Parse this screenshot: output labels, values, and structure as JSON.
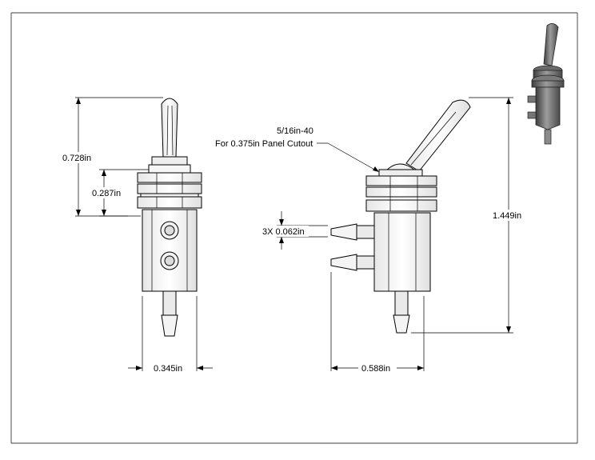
{
  "colors": {
    "line": "#000000",
    "part_fill": "#f4f4f4",
    "part_shade": "#d6d6d6",
    "iso_body": "#5a5a5a",
    "iso_light": "#9a9a9a"
  },
  "front_view": {
    "height_label": "0.728in",
    "bushing_label": "0.287in",
    "width_label": "0.345in"
  },
  "side_view": {
    "thread_label_line1": "5/16in-40",
    "thread_label_line2": "For 0.375in Panel Cutout",
    "barb_label": "3X 0.062in",
    "total_height_label": "1.449in",
    "width_label": "0.588in"
  },
  "iso_view": {
    "icon": "toggle-valve-isometric"
  }
}
